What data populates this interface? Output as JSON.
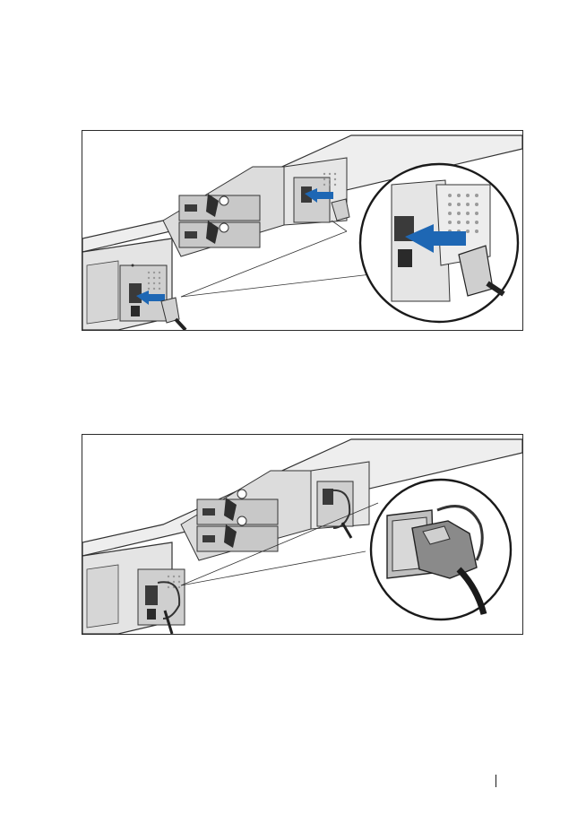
{
  "page": {
    "background": "#ffffff"
  },
  "figures": [
    {
      "id": "figure-1",
      "subject": "power-cable-connection",
      "icon": "power-plug-insert-icon",
      "accent_color": "#1e67b4"
    },
    {
      "id": "figure-2",
      "subject": "power-cable-secured",
      "icon": "power-plug-secured-icon",
      "accent_color": "#7a7a7a"
    }
  ],
  "footer": {
    "page_marker": "|"
  }
}
